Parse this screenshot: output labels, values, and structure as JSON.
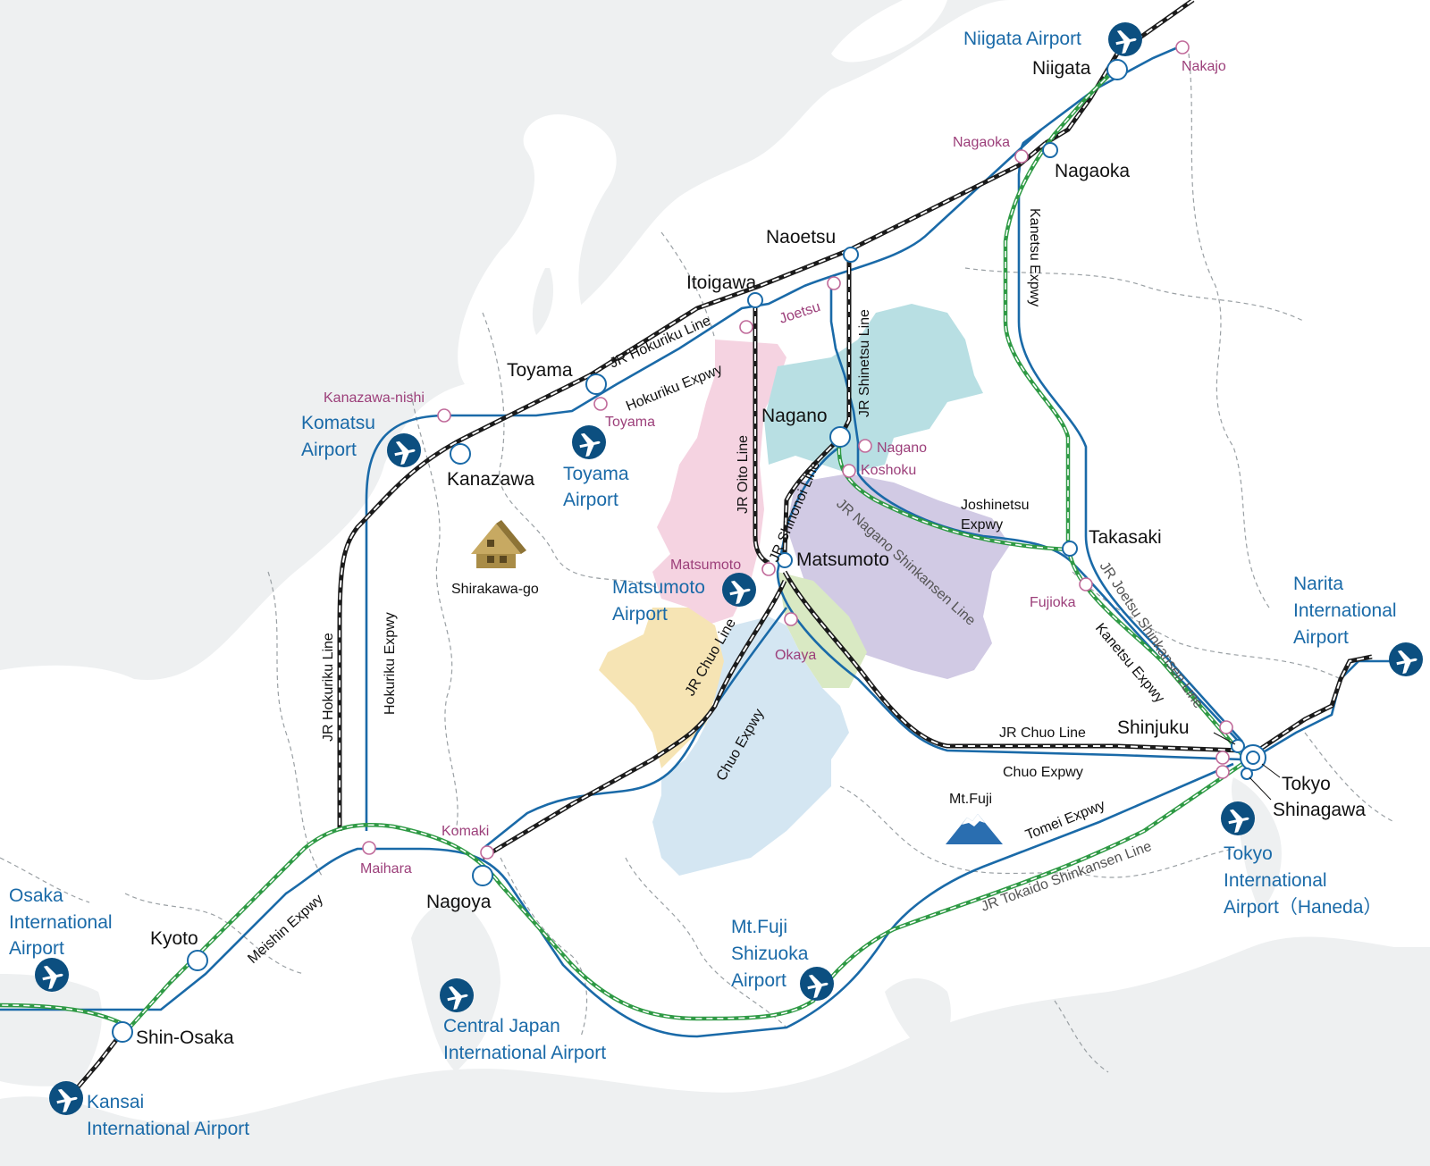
{
  "colors": {
    "sea": "#eef0f1",
    "land": "#ffffff",
    "expressway": "#1a6aa8",
    "shinkansen": "#2f9a45",
    "jr_line": "#1b1b1b",
    "station_label": "#111111",
    "expressway_stop_label": "#9c3f7a",
    "airport": "#1a6aa8",
    "region_north": "#b8dfe3",
    "region_west": "#f5d3e1",
    "region_central": "#d1cae4",
    "region_south": "#d4e6f2",
    "region_southwest": "#f6e4b4",
    "region_green": "#d9e9c3"
  },
  "stations": [
    {
      "label": "Niigata"
    },
    {
      "label": "Nagaoka"
    },
    {
      "label": "Naoetsu"
    },
    {
      "label": "Itoigawa"
    },
    {
      "label": "Toyama"
    },
    {
      "label": "Kanazawa"
    },
    {
      "label": "Nagano"
    },
    {
      "label": "Matsumoto"
    },
    {
      "label": "Takasaki"
    },
    {
      "label": "Shinjuku"
    },
    {
      "label": "Tokyo"
    },
    {
      "label": "Shinagawa"
    },
    {
      "label": "Nagoya"
    },
    {
      "label": "Kyoto"
    },
    {
      "label": "Shin-Osaka"
    }
  ],
  "expressway_stops": [
    {
      "label": "Nakajo"
    },
    {
      "label": "Nagaoka"
    },
    {
      "label": "Joetsu"
    },
    {
      "label": "Kanazawa-nishi"
    },
    {
      "label": "Toyama"
    },
    {
      "label": "Nagano"
    },
    {
      "label": "Koshoku"
    },
    {
      "label": "Matsumoto"
    },
    {
      "label": "Fujioka"
    },
    {
      "label": "Okaya"
    },
    {
      "label": "Komaki"
    },
    {
      "label": "Maihara"
    }
  ],
  "airports": [
    {
      "lines": [
        "Niigata Airport"
      ]
    },
    {
      "lines": [
        "Komatsu",
        "Airport"
      ]
    },
    {
      "lines": [
        "Toyama",
        "Airport"
      ]
    },
    {
      "lines": [
        "Matsumoto",
        "Airport"
      ]
    },
    {
      "lines": [
        "Narita",
        "International",
        "Airport"
      ]
    },
    {
      "lines": [
        "Tokyo",
        "International",
        "Airport（Haneda）"
      ]
    },
    {
      "lines": [
        "Mt.Fuji",
        "Shizuoka",
        "Airport"
      ]
    },
    {
      "lines": [
        "Central Japan",
        "International Airport"
      ]
    },
    {
      "lines": [
        "Osaka",
        "International",
        "Airport"
      ]
    },
    {
      "lines": [
        "Kansai",
        "International Airport"
      ]
    }
  ],
  "routes": [
    {
      "label": "JR Hokuriku Line"
    },
    {
      "label": "Hokuriku Expwy"
    },
    {
      "label": "JR Oito Line"
    },
    {
      "label": "JR Shinetsu Line"
    },
    {
      "label": "JR Shinonoi Line"
    },
    {
      "label": "Kanetsu Expwy"
    },
    {
      "label": "Joshinetsu"
    },
    {
      "label": "Expwy"
    },
    {
      "label": "JR Nagano Shinkansen Line"
    },
    {
      "label": "JR Joetsu Shinkansen Line"
    },
    {
      "label": "Kanetsu Expwy"
    },
    {
      "label": "JR Chuo Line"
    },
    {
      "label": "Chuo Expwy"
    },
    {
      "label": "JR Chuo Line"
    },
    {
      "label": "Chuo Expwy"
    },
    {
      "label": "Tomei Expwy"
    },
    {
      "label": "JR Tokaido Shinkansen Line"
    },
    {
      "label": "Meishin Expwy"
    },
    {
      "label": "JR Hokuriku Line"
    },
    {
      "label": "Hokuriku Expwy"
    }
  ],
  "landmarks": [
    {
      "label": "Mt.Fuji",
      "icon": "mountain-icon"
    },
    {
      "label": "Shirakawa-go",
      "icon": "gassho-house-icon"
    }
  ]
}
